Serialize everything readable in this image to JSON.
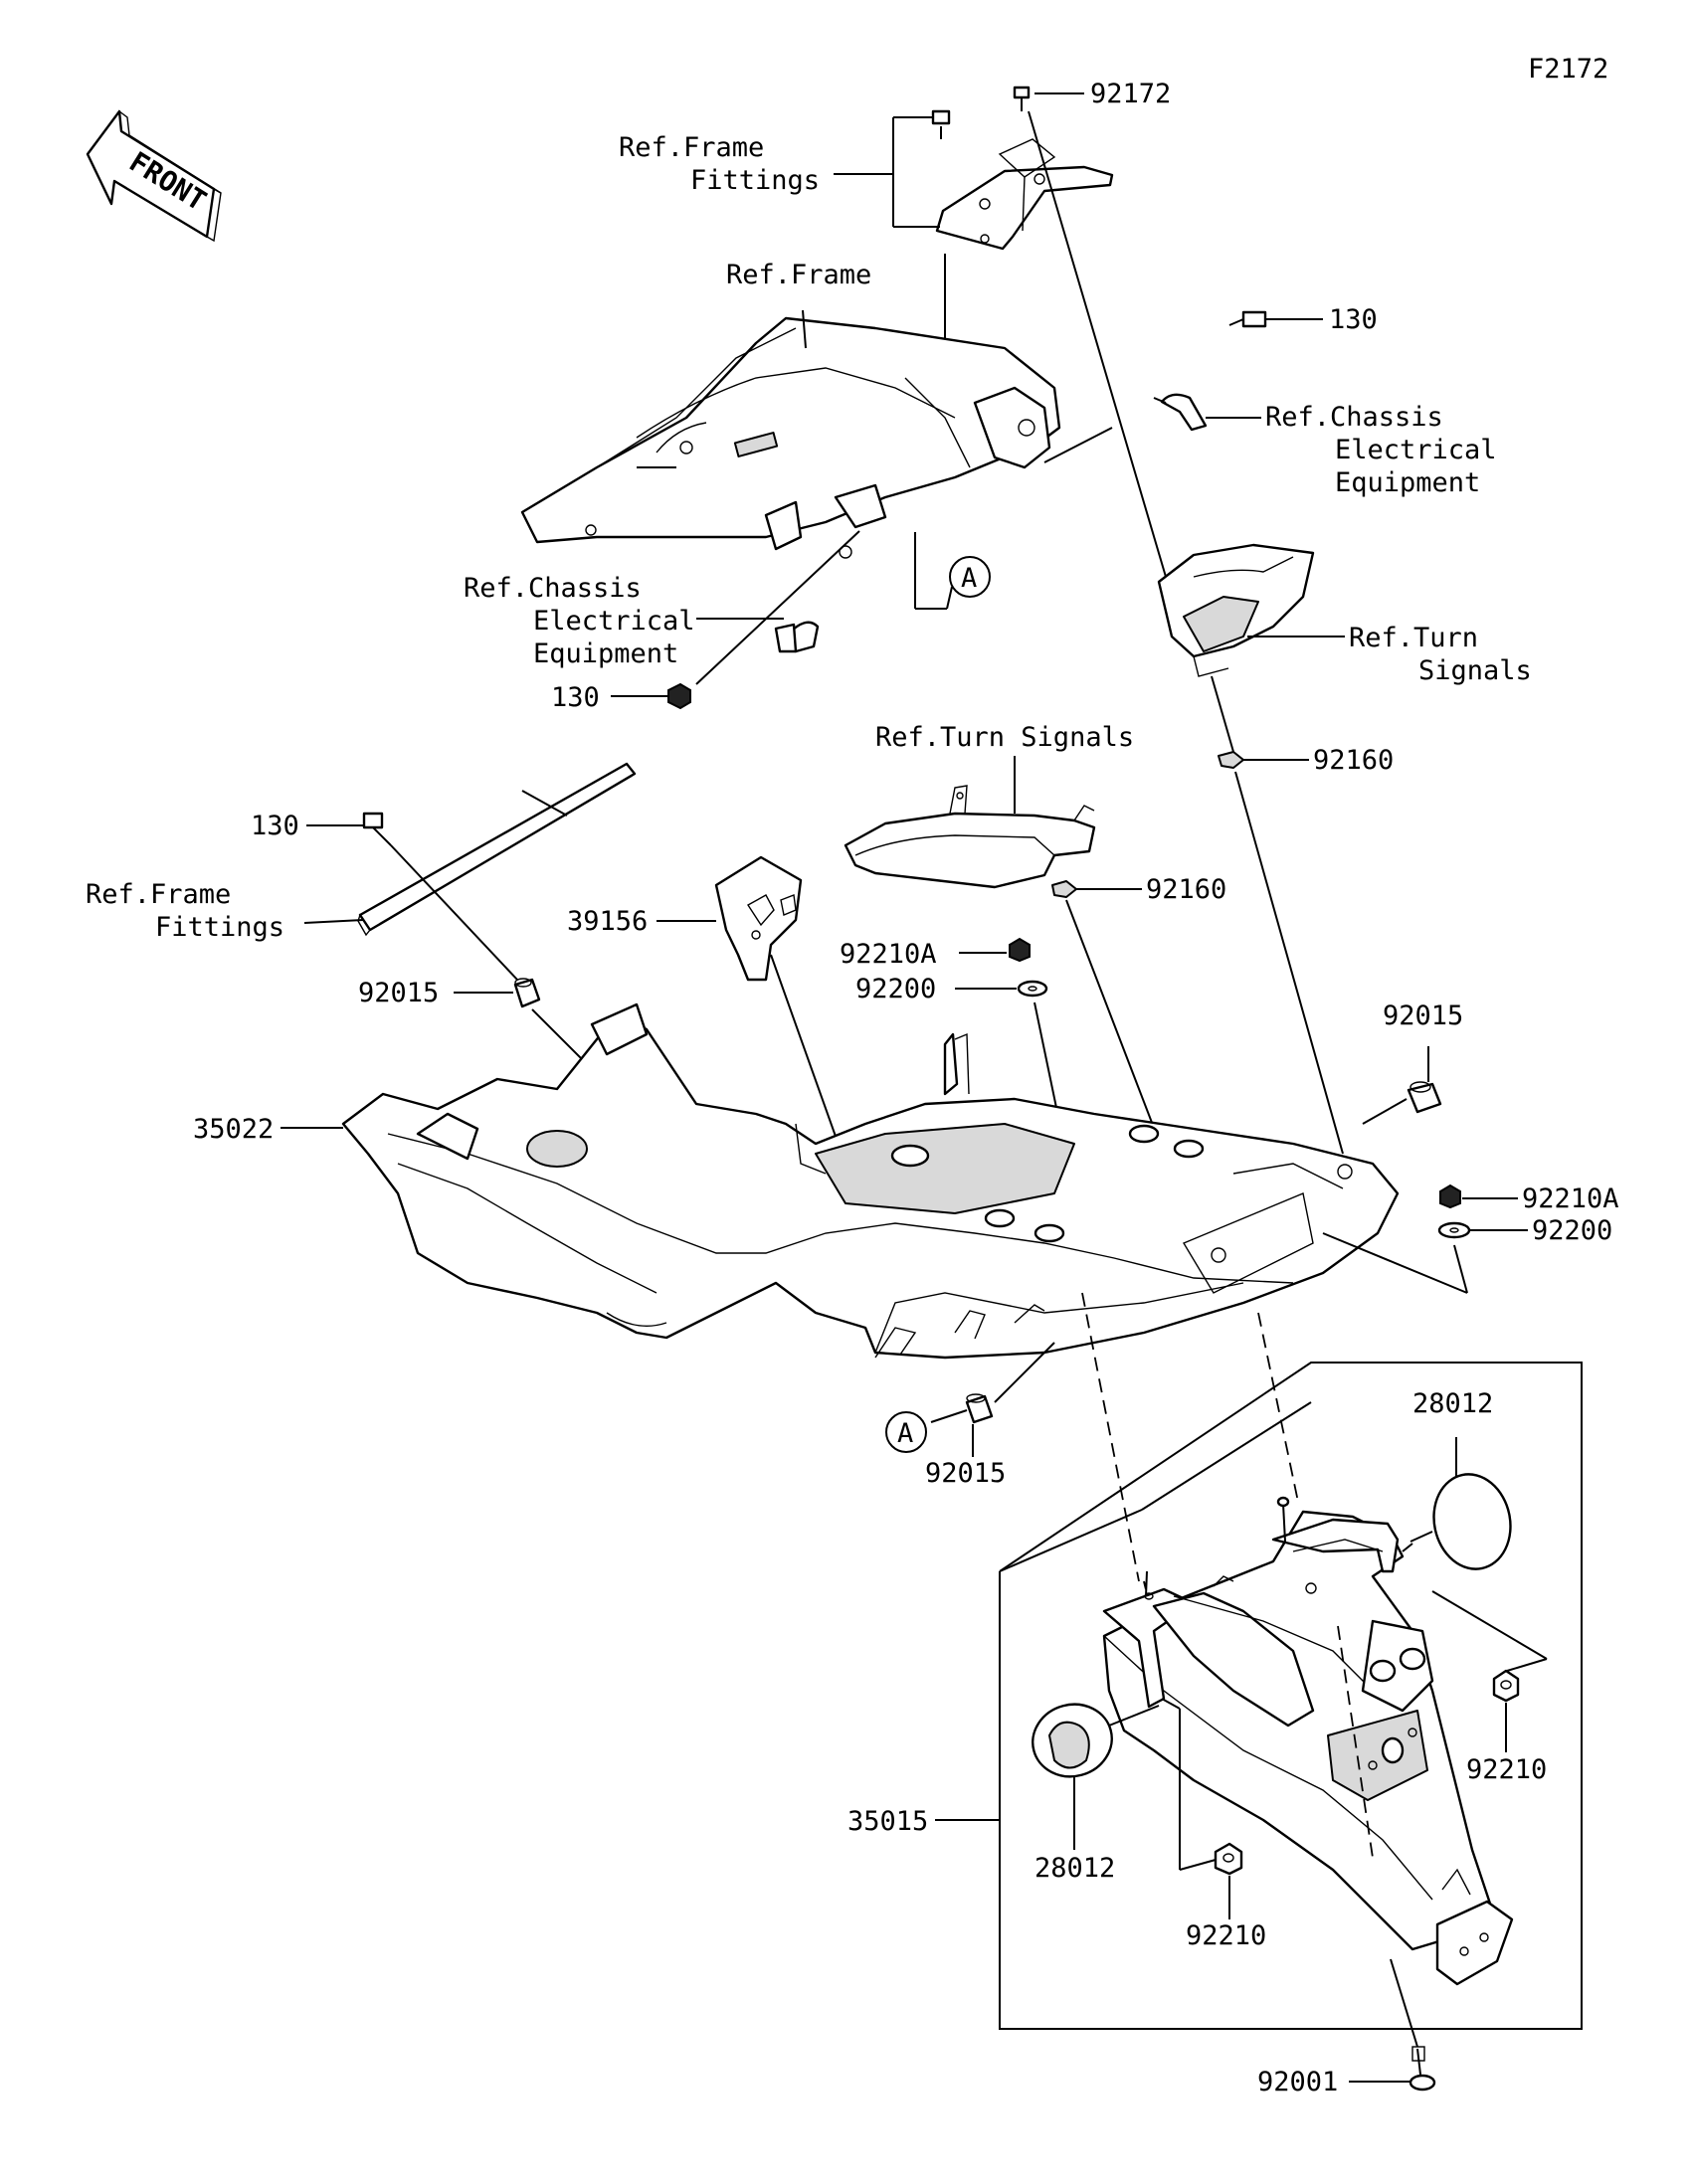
{
  "figure_code": "F2172",
  "front_arrow_label": "FRONT",
  "callout_marker": "A",
  "labels": {
    "ref_frame_fittings_top": [
      "Ref.Frame",
      "Fittings"
    ],
    "ref_frame": "Ref.Frame",
    "ref_chassis_left": [
      "Ref.Chassis",
      "Electrical",
      "Equipment"
    ],
    "ref_chassis_right": [
      "Ref.Chassis",
      "Electrical",
      "Equipment"
    ],
    "ref_turn_signals_right": [
      "Ref.Turn",
      "Signals"
    ],
    "ref_turn_signals_center": "Ref.Turn Signals",
    "ref_frame_fittings_left": [
      "Ref.Frame",
      "Fittings"
    ]
  },
  "part_numbers": {
    "p92172": "92172",
    "p130_right": "130",
    "p130_left_mid": "130",
    "p130_left": "130",
    "p92160_right": "92160",
    "p92160_center": "92160",
    "p39156": "39156",
    "p92210A_center": "92210A",
    "p92200_center": "92200",
    "p92015_left": "92015",
    "p92015_right": "92015",
    "p35022": "35022",
    "p92210A_right": "92210A",
    "p92200_right": "92200",
    "p92015_bottom": "92015",
    "p28012_right": "28012",
    "p28012_left": "28012",
    "p35015": "35015",
    "p92210_right": "92210",
    "p92210_center": "92210",
    "p92001": "92001"
  }
}
